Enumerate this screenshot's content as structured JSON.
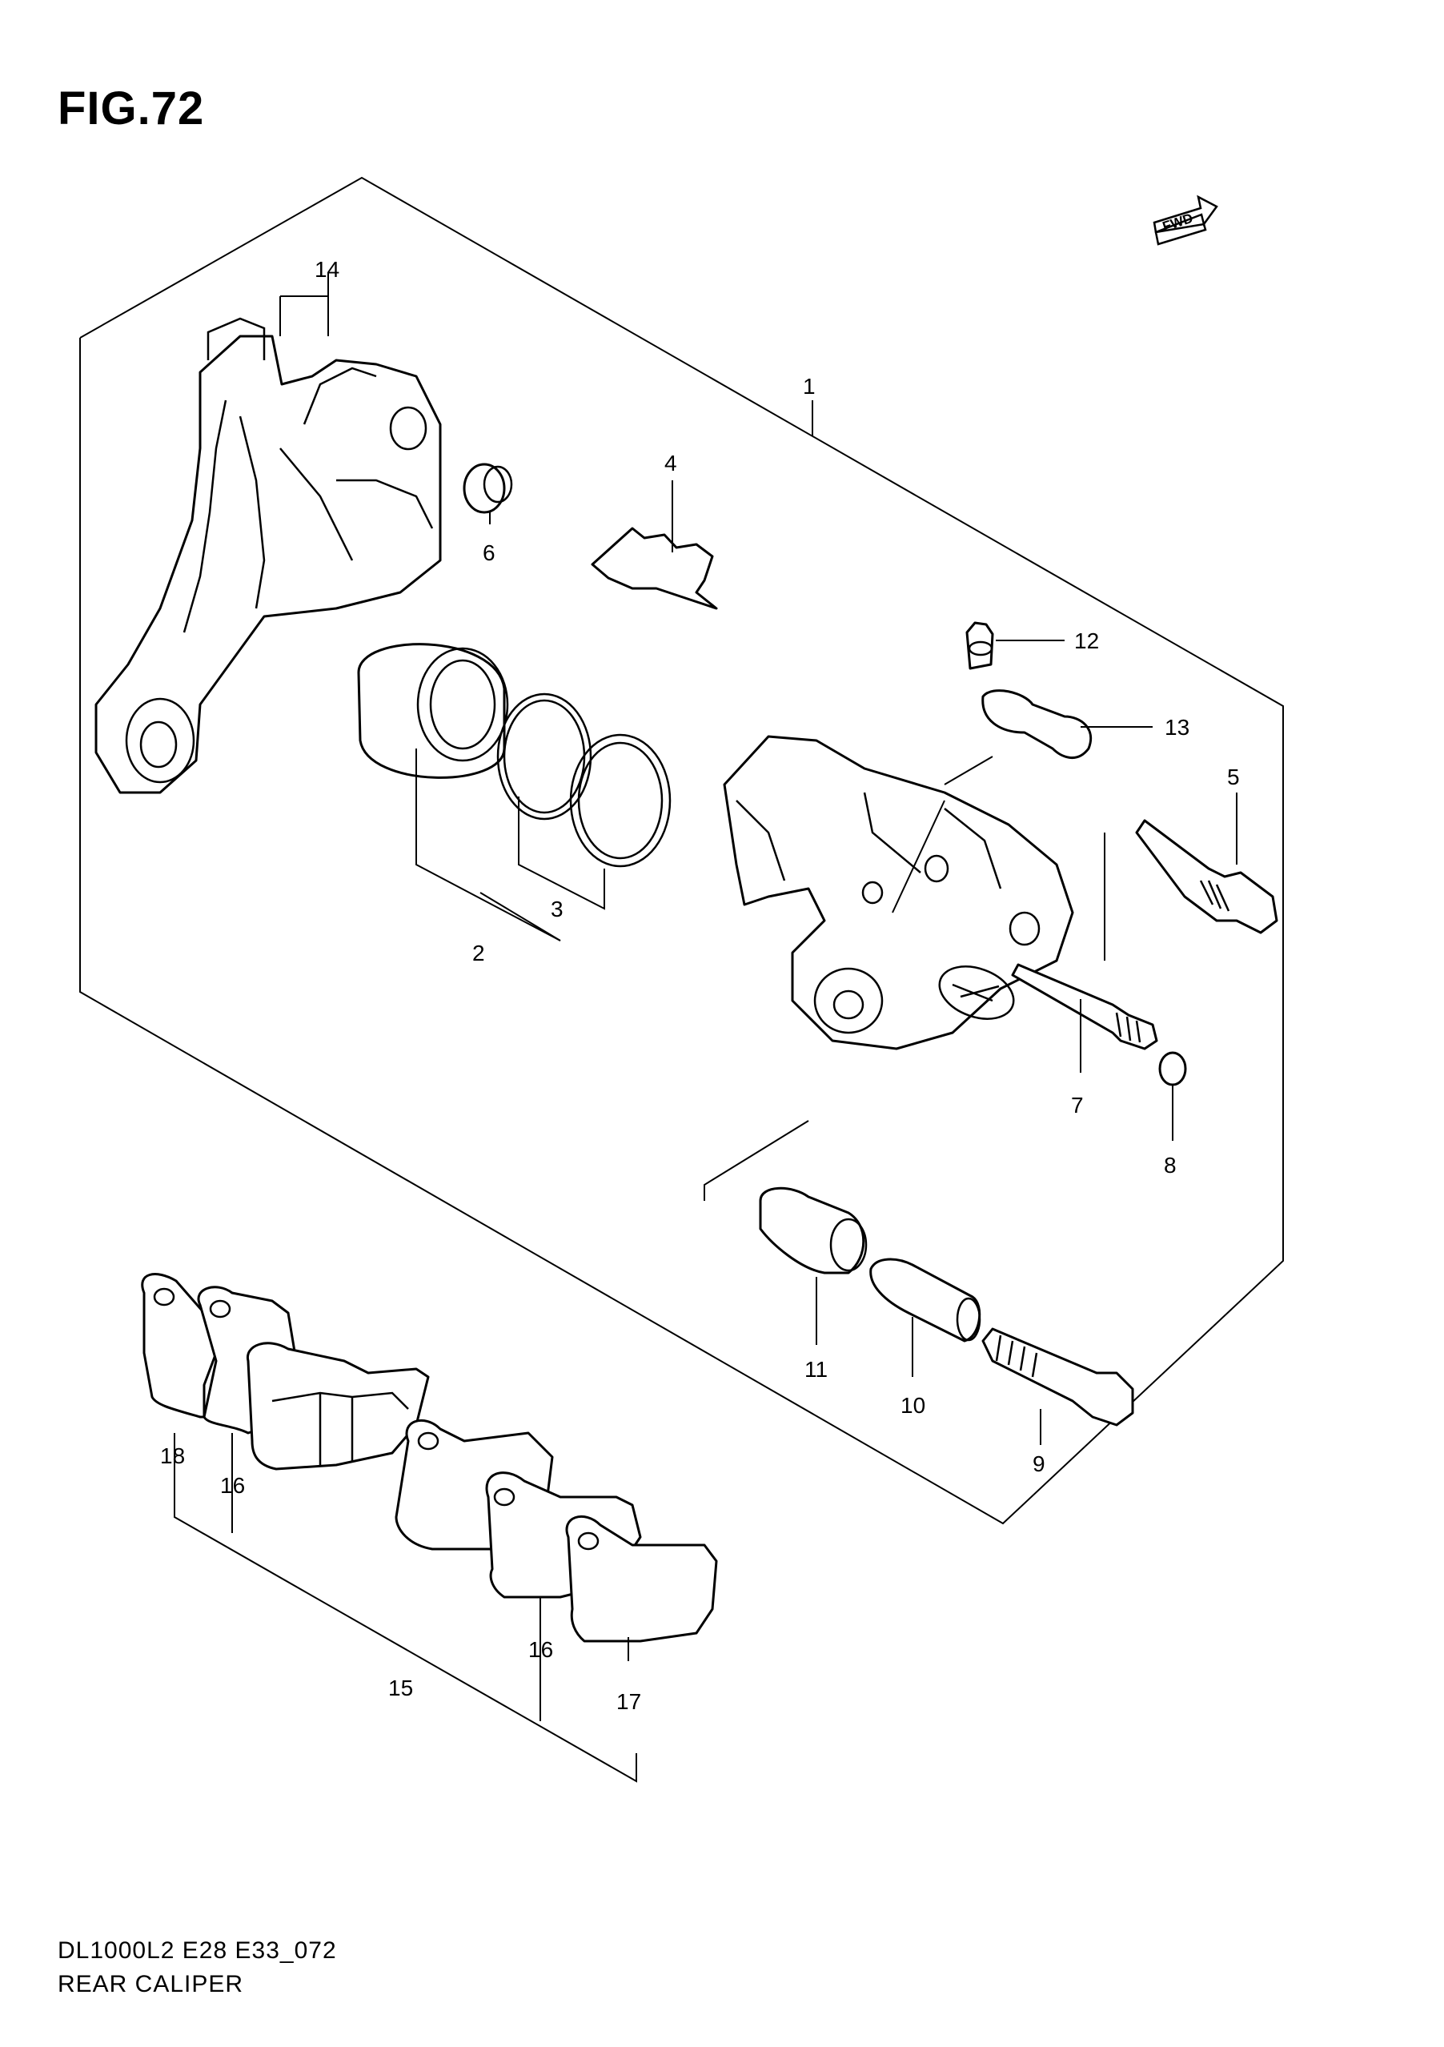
{
  "figure": {
    "title": "FIG.72",
    "code": "DL1000L2 E28 E33_072",
    "name": "REAR CALIPER",
    "fwd_label": "FWD"
  },
  "callouts": {
    "c1": "1",
    "c2": "2",
    "c3": "3",
    "c4": "4",
    "c5": "5",
    "c6": "6",
    "c7": "7",
    "c8": "8",
    "c9": "9",
    "c10": "10",
    "c11": "11",
    "c12": "12",
    "c13": "13",
    "c14": "14",
    "c15": "15",
    "c16a": "16",
    "c16b": "16",
    "c17": "17",
    "c18": "18"
  }
}
